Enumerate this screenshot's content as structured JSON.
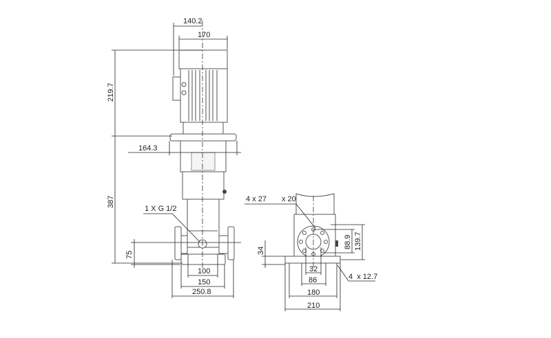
{
  "drawing": {
    "front_view": {
      "dimensions": {
        "motor_offset": "140.2",
        "motor_width": "170",
        "motor_height": "219.7",
        "flange_width": "164.3",
        "pump_height": "387",
        "inlet_height": "75",
        "foot_inner": "100",
        "foot_outer": "150",
        "port_to_port": "250.8"
      },
      "callout_drain": "1 X G 1/2"
    },
    "side_view": {
      "dimensions": {
        "base_height": "34",
        "bolt_circle_inner": "88.9",
        "bolt_circle_outer": "139.7",
        "d32": "32",
        "d86": "86",
        "d180": "180",
        "d210": "210"
      },
      "callout_flange_holes": "4 x 27",
      "callout_flange_holes_2": "x 20",
      "callout_base_holes": "4  x 12.7"
    }
  }
}
